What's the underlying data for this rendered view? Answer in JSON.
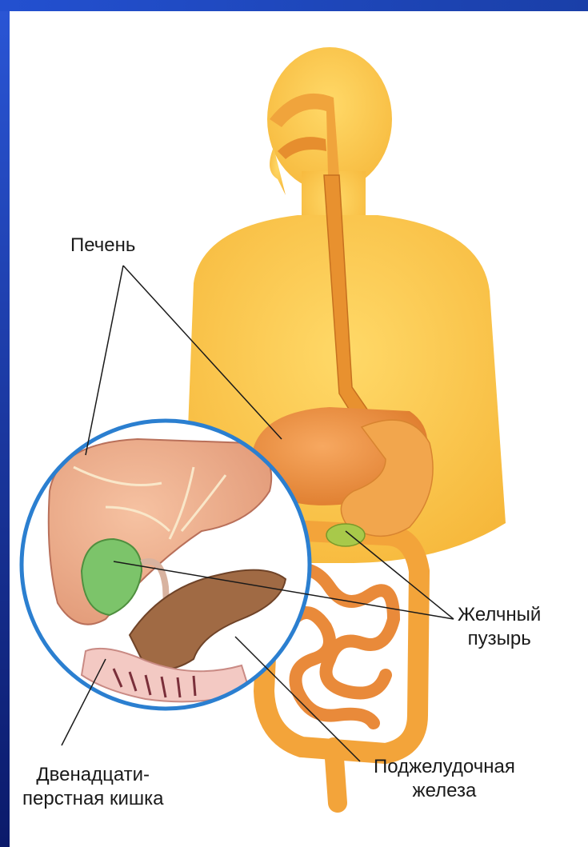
{
  "labels": {
    "liver": "Печень",
    "gallbladder": [
      "Желчный",
      "пузырь"
    ],
    "pancreas": [
      "Поджелудочная",
      "железа"
    ],
    "duodenum": [
      "Двенадцати-",
      "перстная кишка"
    ]
  },
  "colors": {
    "frame": "#1a3fa8",
    "body": "#fbc02d",
    "organ": "#f39a2c",
    "liver": "#f3b58f",
    "gallbladder": "#7cc46a",
    "inset_ring": "#2b7fd0"
  }
}
